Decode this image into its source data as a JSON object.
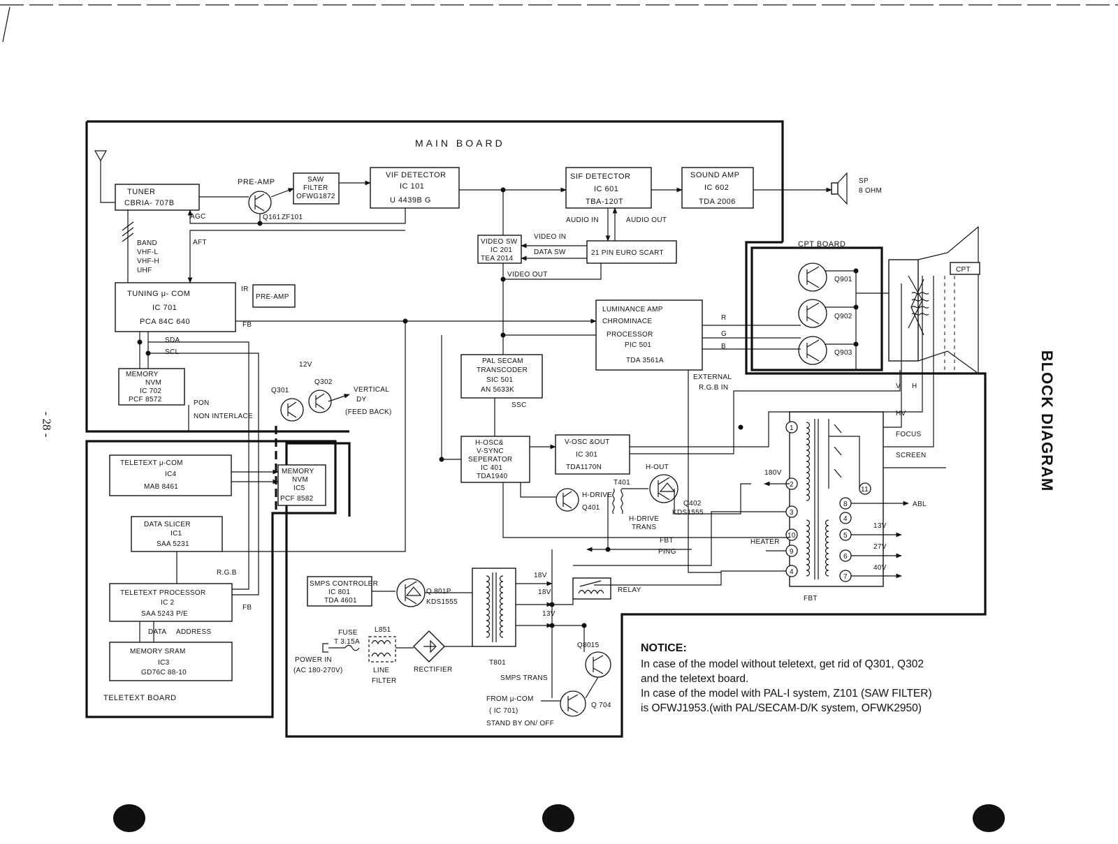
{
  "diagram": {
    "main_board": "MAIN BOARD",
    "cpt_board": "CPT BOARD",
    "teletext_board": "TELETEXT BOARD",
    "title": "BLOCK DIAGRAM",
    "page_number": "- 28 -"
  },
  "blocks": {
    "tuner": [
      "TUNER",
      "CBRIA- 707B"
    ],
    "saw": [
      "SAW",
      "FILTER",
      "OFWG1872"
    ],
    "vif": [
      "VIF DETECTOR",
      "IC 101",
      "U 4439B G"
    ],
    "sif": [
      "SIF DETECTOR",
      "IC 601",
      "TBA-120T"
    ],
    "sound": [
      "SOUND AMP",
      "IC 602",
      "TDA 2006"
    ],
    "videosw": [
      "VIDEO SW",
      "IC 201",
      "TEA 2014"
    ],
    "scart": [
      "21 PIN EURO SCART"
    ],
    "tuning": [
      "TUNING μ- COM",
      "IC 701",
      "PCA 84C 640"
    ],
    "preamp2": [
      "PRE-AMP"
    ],
    "memory_nvm": [
      "MEMORY",
      "NVM",
      "IC 702",
      "PCF 8572"
    ],
    "luminance": [
      "LUMINANCE AMP",
      "CHROMINACE",
      "PROCESSOR",
      "PIC 501",
      "TDA 3561A"
    ],
    "pal": [
      "PAL SECAM",
      "TRANSCODER",
      "SIC 501",
      "AN 5633K"
    ],
    "hosc": [
      "H-OSC&",
      "V-SYNC",
      "SEPERATOR",
      "IC 401",
      "TDA1940"
    ],
    "vosc": [
      "V-OSC &OUT",
      "IC 301",
      "TDA1170N"
    ],
    "teletext_mcom": [
      "TELETEXT μ-COM",
      "IC4",
      "MAB 8461"
    ],
    "memory_ic5": [
      "MEMORY",
      "NVM",
      "IC5",
      "PCF 8582"
    ],
    "data_slicer": [
      "DATA SLICER",
      "IC1",
      "SAA 5231"
    ],
    "teletext_proc": [
      "TELETEXT PROCESSOR",
      "IC 2",
      "SAA 5243 P/E"
    ],
    "memory_sram": [
      "MEMORY SRAM",
      "IC3",
      "GD76C 88-10"
    ],
    "smps": [
      "SMPS CONTROLER",
      "IC 801",
      "TDA 4601"
    ],
    "cpt": [
      "CPT"
    ]
  },
  "labels": {
    "pre_amp": "PRE-AMP",
    "q161": "Q161",
    "zf101": "ZF101",
    "agc": "AGC",
    "aft": "AFT",
    "band": [
      "BAND",
      "VHF-L",
      "VHF-H",
      "UHF"
    ],
    "ir": "IR",
    "fb1": "FB",
    "sda": "SDA",
    "scl": "SCL",
    "pon": "PON",
    "non_interlace": "NON INTERLACE",
    "q301": "Q301",
    "q302": "Q302",
    "v12": "12V",
    "vertical": [
      "VERTICAL",
      "DY",
      "(FEED BACK)"
    ],
    "ssc": "SSC",
    "audio_in": "AUDIO IN",
    "audio_out": "AUDIO OUT",
    "video_in": "VIDEO IN",
    "data_sw": "DATA SW",
    "video_out": "VIDEO OUT",
    "sp": [
      "SP",
      "8 OHM"
    ],
    "r": "R",
    "g": "G",
    "b": "B",
    "external": [
      "EXTERNAL",
      "R.G.B IN"
    ],
    "v": "V",
    "h": "H",
    "q901": "Q901",
    "q902": "Q902",
    "q903": "Q903",
    "hv": "HV",
    "focus": "FOCUS",
    "screen": "SCREEN",
    "abl": "ABL",
    "v180": "180V",
    "heater": "HEATER",
    "fbt": "FBT",
    "v13a": "13V",
    "v27": "27V",
    "v40": "40V",
    "h_out": "H-OUT",
    "t401": "T401",
    "h_drive": "H-DRIVE",
    "q401": "Q401",
    "q402": [
      "Q402",
      "KDS1555"
    ],
    "h_drive_trans": [
      "H-DRIVE",
      "TRANS"
    ],
    "fbt_ping": [
      "FBT",
      "PING"
    ],
    "rgb": "R.G.B",
    "fb2": "FB",
    "data": "DATA",
    "address": "ADDRESS",
    "q801p": [
      "Q 801P",
      "KDS1555"
    ],
    "v18a": "18V",
    "v18b": "18V",
    "v13b": "13V",
    "relay": "RELAY",
    "fuse": [
      "FUSE",
      "T 3.15A"
    ],
    "l851": "L851",
    "power_in": [
      "POWER IN",
      "(AC 180-270V)"
    ],
    "line_filter": [
      "LINE",
      "FILTER"
    ],
    "rectifier": "RECTIFIER",
    "t801": "T801",
    "smps_trans": "SMPS TRANS",
    "q8015": "Q8015",
    "q704": "Q 704",
    "from_mcom": [
      "FROM μ-COM",
      "( IC 701)",
      "STAND BY ON/ OFF"
    ],
    "pins": [
      "1",
      "2",
      "3",
      "10",
      "9",
      "4",
      "8",
      "11",
      "4",
      "5",
      "6",
      "7"
    ]
  },
  "notice": {
    "heading": "NOTICE:",
    "line1": "In case of the model without teletext, get rid of Q301, Q302",
    "line2": "and the teletext board.",
    "line3": "In case of the model with PAL-I system, Z101 (SAW FILTER)",
    "line4": "is OFWJ1953.(with PAL/SECAM-D/K system, OFWK2950)"
  }
}
